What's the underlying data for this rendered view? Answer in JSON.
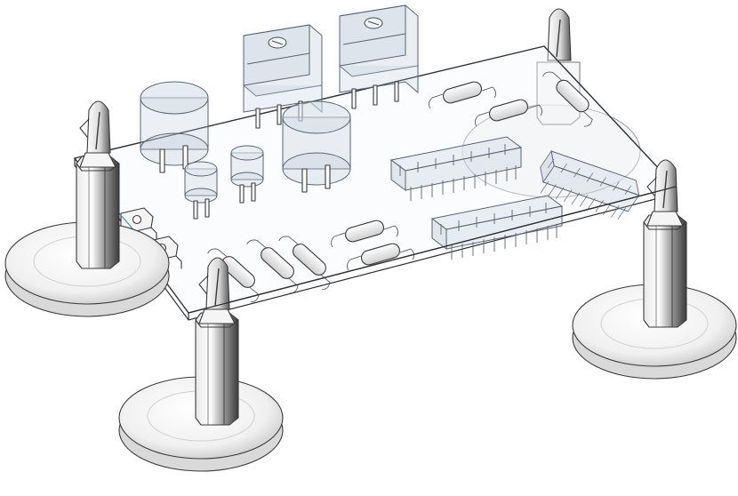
{
  "colors": {
    "outline": "#3a3a3a",
    "glass": "#b9c6d6",
    "metal_light": "#f2f2f2",
    "metal_dark": "#8a8a8a",
    "accent_wire": "#4a90c8"
  },
  "model": {
    "parts": [
      "pcb-board",
      "standoff-feet",
      "snap-in-spacers",
      "voltage-regulators",
      "electrolytic-capacitors",
      "small-capacitors",
      "resistors",
      "dip-ics",
      "ic-sockets",
      "terminal-tabs"
    ]
  }
}
